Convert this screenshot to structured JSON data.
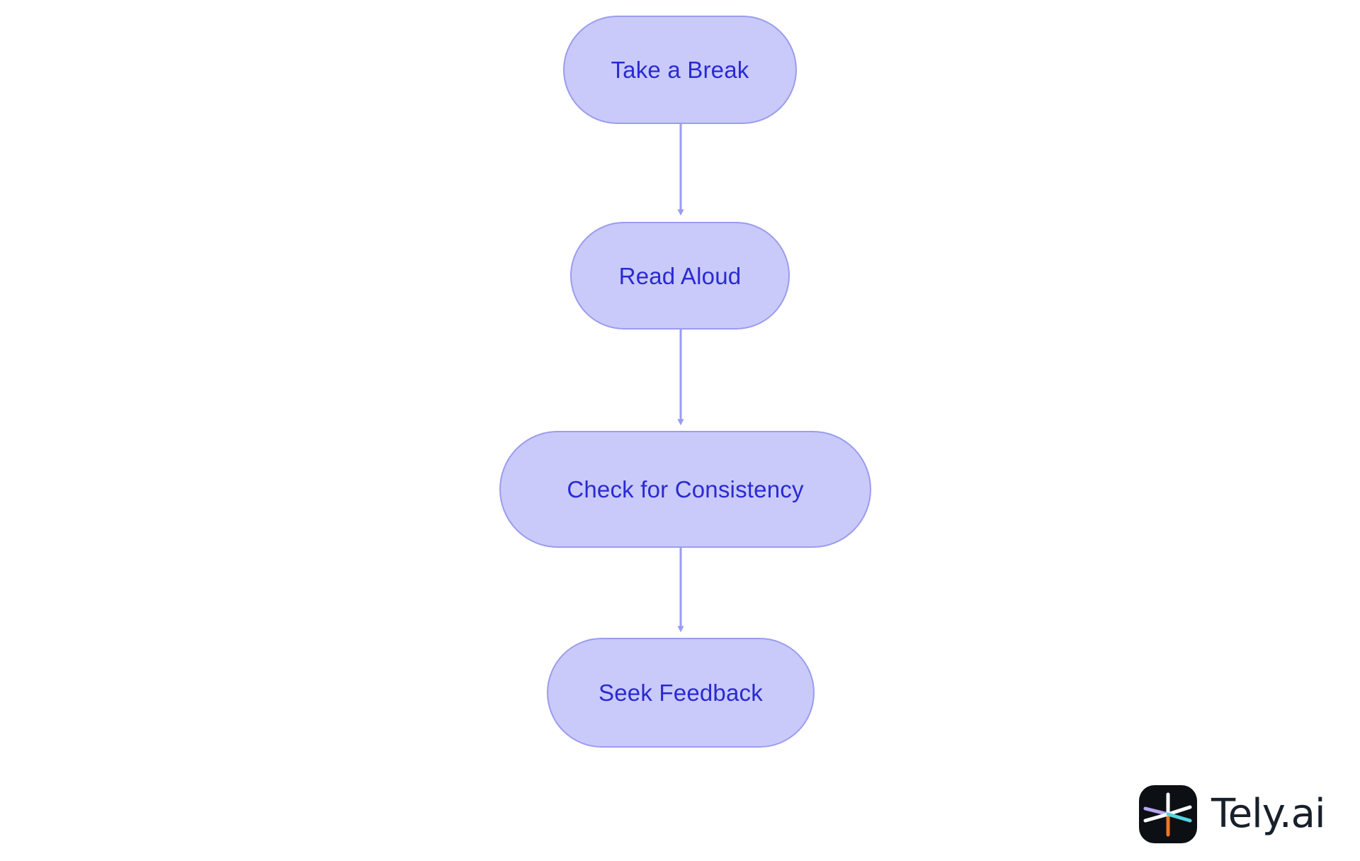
{
  "diagram": {
    "type": "flowchart",
    "orientation": "top-to-bottom",
    "background_color": "#ffffff",
    "node_fill_color": "#c9caf9",
    "node_border_color": "#9b9cef",
    "node_text_color": "#2a2ad2",
    "edge_color": "#9a9cef",
    "nodes": [
      {
        "id": "take-a-break",
        "label": "Take a Break"
      },
      {
        "id": "read-aloud",
        "label": "Read Aloud"
      },
      {
        "id": "check-for-consistency",
        "label": "Check for Consistency"
      },
      {
        "id": "seek-feedback",
        "label": "Seek Feedback"
      }
    ],
    "edges": [
      {
        "from": "take-a-break",
        "to": "read-aloud",
        "label": ""
      },
      {
        "from": "read-aloud",
        "to": "check-for-consistency",
        "label": ""
      },
      {
        "from": "check-for-consistency",
        "to": "seek-feedback",
        "label": ""
      }
    ]
  },
  "branding": {
    "wordmark": "Tely.ai",
    "mark_background": "#0c0f14",
    "mark_spoke_colors": {
      "white": "#ffffff",
      "purple": "#b6a6f0",
      "cyan": "#55d4e0",
      "orange": "#f47322"
    }
  }
}
